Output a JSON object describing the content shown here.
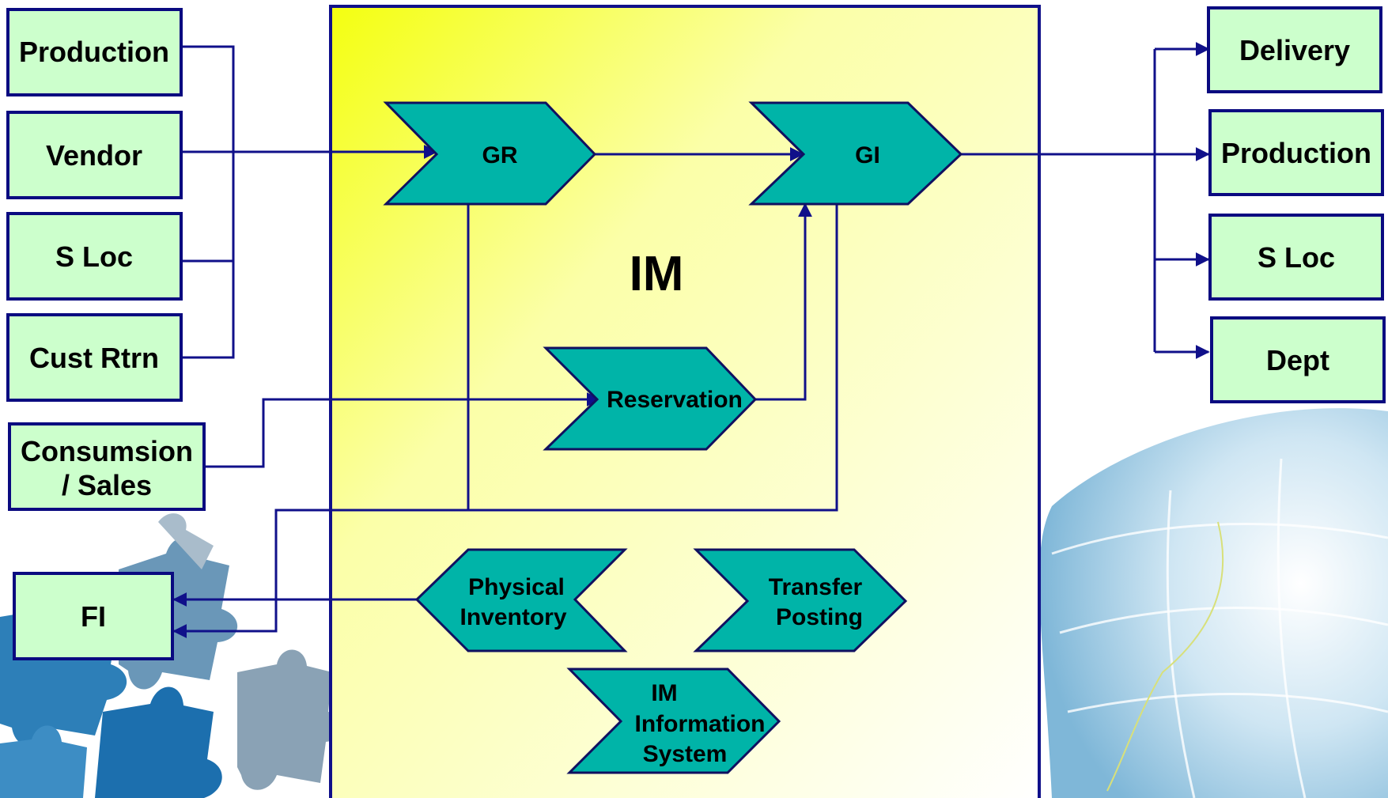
{
  "center": {
    "title": "IM"
  },
  "inputs": [
    {
      "id": "production",
      "lines": [
        "Production"
      ]
    },
    {
      "id": "vendor",
      "lines": [
        "Vendor"
      ]
    },
    {
      "id": "sloc",
      "lines": [
        "S Loc"
      ]
    },
    {
      "id": "cust-rtrn",
      "lines": [
        "Cust Rtrn"
      ]
    },
    {
      "id": "consumsion-sales",
      "lines": [
        "Consumsion",
        "/ Sales"
      ]
    },
    {
      "id": "fi",
      "lines": [
        "FI"
      ]
    }
  ],
  "outputs": [
    {
      "id": "delivery",
      "lines": [
        "Delivery"
      ]
    },
    {
      "id": "production",
      "lines": [
        "Production"
      ]
    },
    {
      "id": "sloc",
      "lines": [
        "S Loc"
      ]
    },
    {
      "id": "dept",
      "lines": [
        "Dept"
      ]
    }
  ],
  "processes": [
    {
      "id": "gr",
      "lines": [
        "GR"
      ]
    },
    {
      "id": "gi",
      "lines": [
        "GI"
      ]
    },
    {
      "id": "reservation",
      "lines": [
        "Reservation"
      ]
    },
    {
      "id": "physical-inventory",
      "lines": [
        "Physical",
        "Inventory"
      ]
    },
    {
      "id": "transfer-posting",
      "lines": [
        "Transfer",
        "Posting"
      ]
    },
    {
      "id": "im-info-system",
      "lines": [
        "IM",
        "Information",
        "System"
      ]
    }
  ],
  "colors": {
    "box_fill": "#ccffcc",
    "process_fill": "#00b4a8",
    "connector": "#10108a",
    "panel_gradient_start": "#f6ff1a",
    "panel_gradient_end": "#ffffff"
  }
}
